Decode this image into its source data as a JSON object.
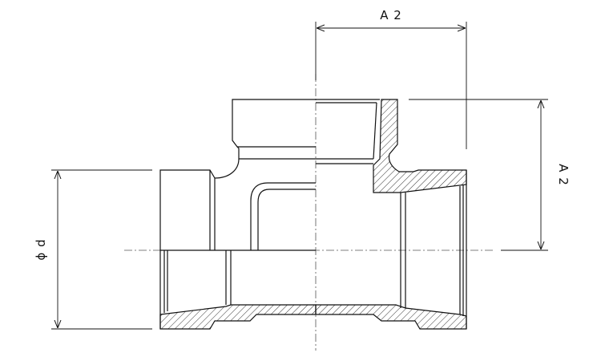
{
  "drawing": {
    "dimension_top": "A 2",
    "dimension_right": "A 2",
    "dimension_left": "ϕ d"
  },
  "colors": {
    "line": "#111111",
    "thin": "#555555",
    "hatch": "#333333",
    "background": "#ffffff"
  }
}
